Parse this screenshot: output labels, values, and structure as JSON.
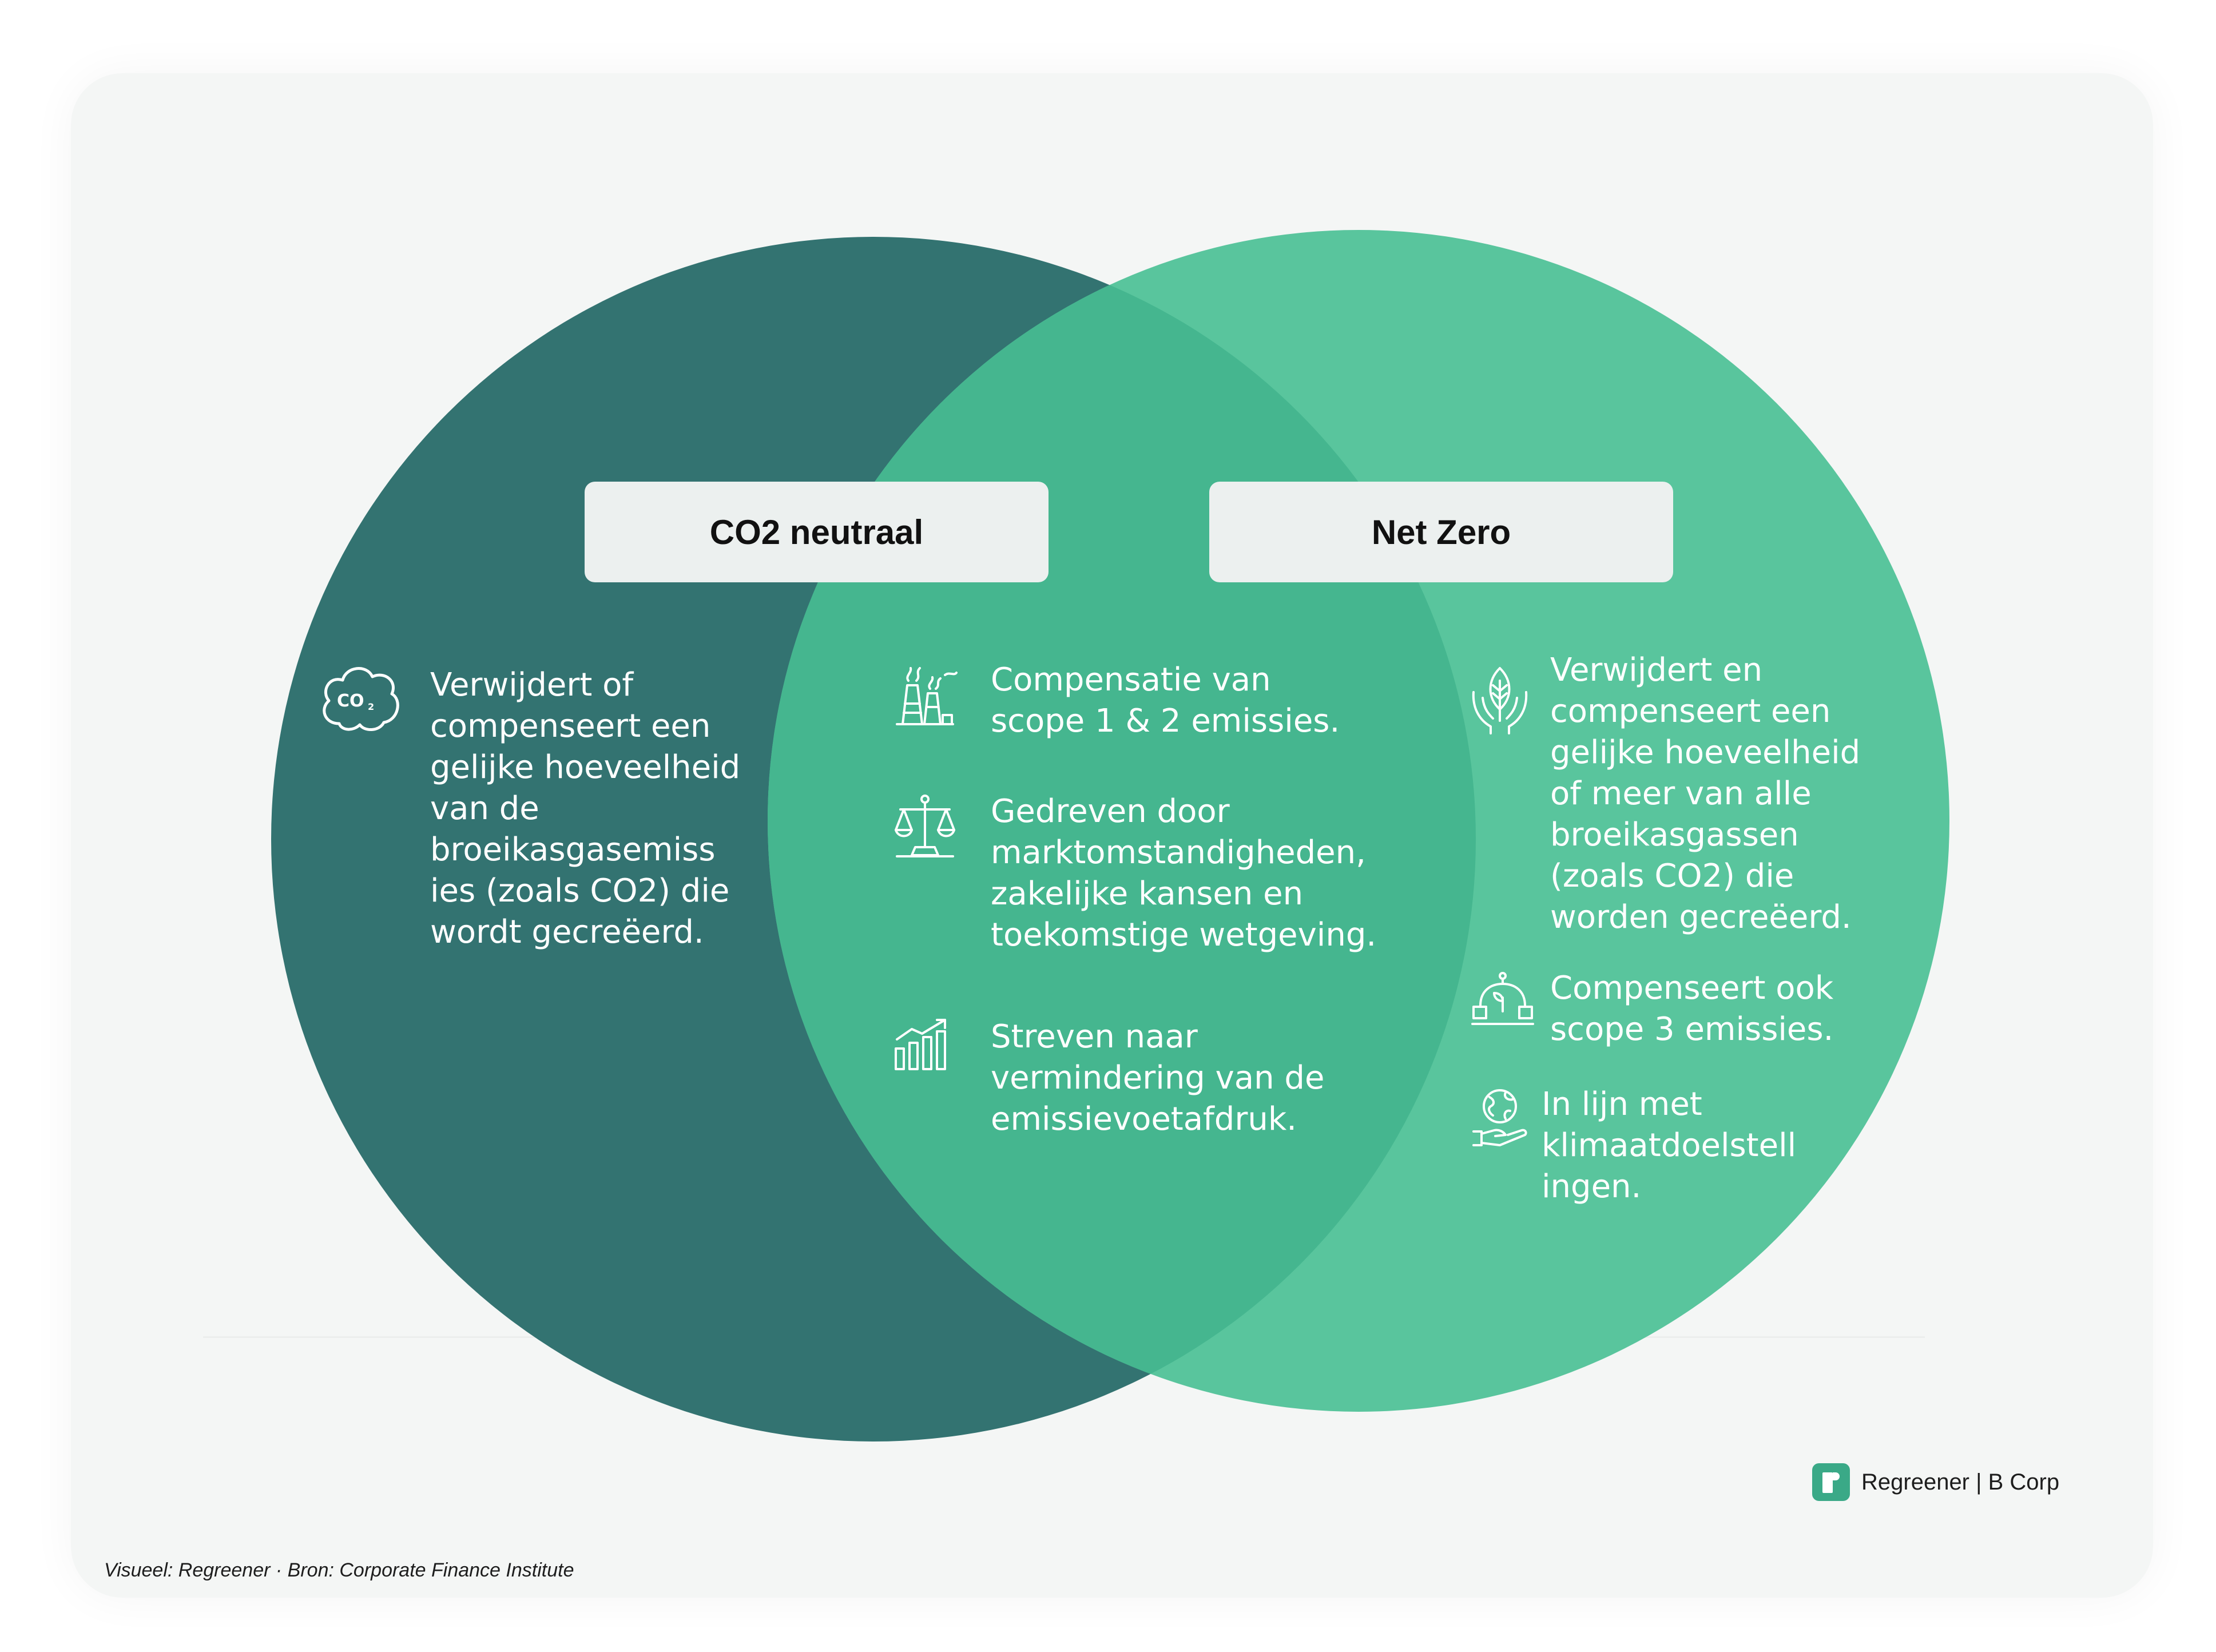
{
  "colors": {
    "left_circle": "#337371",
    "right_circle": "#59c59d",
    "overlap": "#45b68f",
    "background": "#f4f6f5",
    "label_box": "#ecf0ef"
  },
  "labels": {
    "left": "CO2 neutraal",
    "right": "Net Zero"
  },
  "left": {
    "items": [
      {
        "icon": "co2-cloud-icon",
        "text": "Verwijdert of\ncompenseert een\ngelijke hoeveelheid\nvan de\nbroeikasgasemiss\nies (zoals CO2) die\nwordt gecreëerd."
      }
    ]
  },
  "overlap": {
    "items": [
      {
        "icon": "factory-icon",
        "text": "Compensatie van\nscope 1 & 2 emissies."
      },
      {
        "icon": "scales-icon",
        "text": "Gedreven door\nmarktomstandigheden,\nzakelijke kansen en\ntoekomstige wetgeving."
      },
      {
        "icon": "growth-chart-icon",
        "text": "Streven naar\nvermindering van de\nemissievoetafdruk."
      }
    ]
  },
  "right": {
    "items": [
      {
        "icon": "hands-leaf-icon",
        "text": "Verwijdert en\ncompenseert een\ngelijke hoeveelheid\nof meer van alle\nbroeikasgassen\n(zoals CO2) die\nworden gecreëerd."
      },
      {
        "icon": "scope3-supply-icon",
        "text": "Compenseert ook\nscope 3 emissies."
      },
      {
        "icon": "hand-globe-icon",
        "text": "In lijn met\nklimaatdoelstell\ningen."
      }
    ]
  },
  "brand": {
    "text": "Regreener | B Corp"
  },
  "source": "Visueel: Regreener · Bron: Corporate Finance Institute"
}
